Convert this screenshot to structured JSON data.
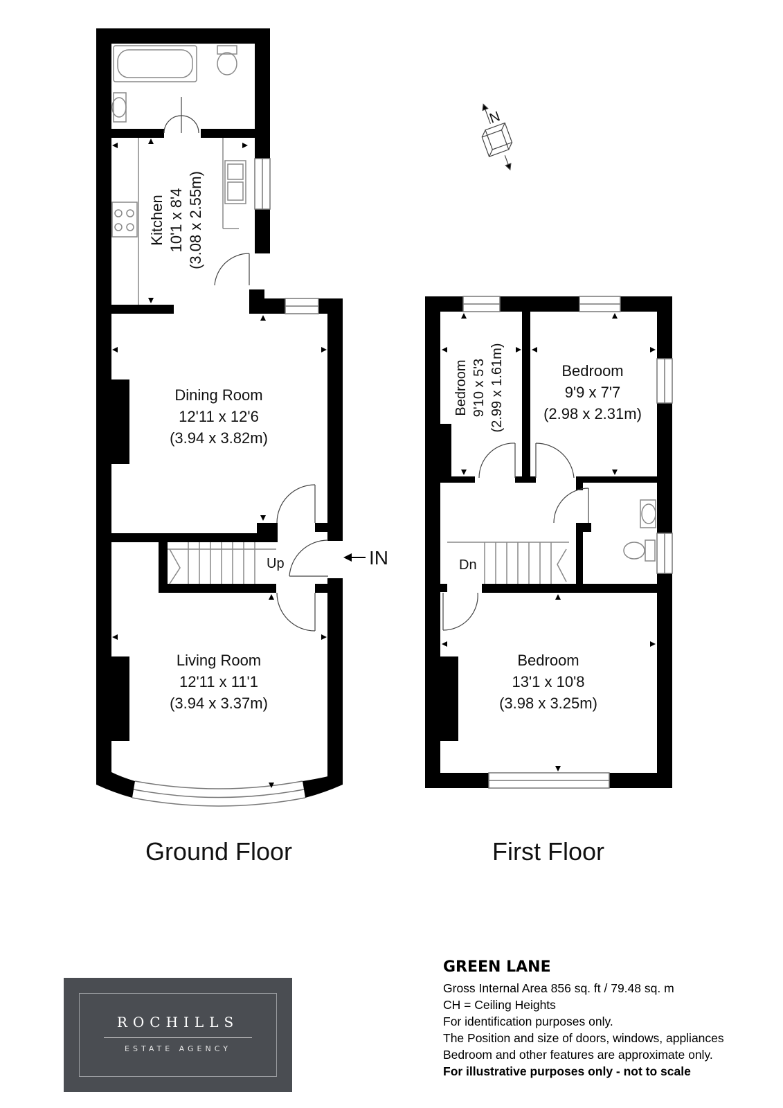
{
  "ground_floor": {
    "title": "Ground Floor",
    "kitchen": {
      "name": "Kitchen",
      "imperial": "10'1 x 8'4",
      "metric": "(3.08 x 2.55m)"
    },
    "dining": {
      "name": "Dining Room",
      "imperial": "12'11 x 12'6",
      "metric": "(3.94 x 3.82m)"
    },
    "living": {
      "name": "Living Room",
      "imperial": "12'11 x 11'1",
      "metric": "(3.94 x 3.37m)"
    },
    "stairs_label": "Up",
    "entrance_label": "IN"
  },
  "first_floor": {
    "title": "First Floor",
    "bedroom_small": {
      "name": "Bedroom",
      "imperial": "9'10 x 5'3",
      "metric": "(2.99 x 1.61m)"
    },
    "bedroom_mid": {
      "name": "Bedroom",
      "imperial": "9'9 x 7'7",
      "metric": "(2.98 x 2.31m)"
    },
    "bedroom_main": {
      "name": "Bedroom",
      "imperial": "13'1 x 10'8",
      "metric": "(3.98 x 3.25m)"
    },
    "stairs_label": "Dn"
  },
  "compass": {
    "label": "N",
    "icon": "north-compass-icon"
  },
  "info": {
    "title": "GREEN LANE",
    "lines": [
      "Gross Internal Area 856 sq. ft / 79.48 sq. m",
      "CH = Ceiling Heights",
      "For identification purposes only.",
      "The Position and size of doors, windows, appliances",
      "Bedroom and other features are approximate only."
    ],
    "disclaimer": "For illustrative purposes only - not to scale"
  },
  "logo": {
    "brand": "ROCHILLS",
    "sub": "ESTATE AGENCY",
    "background": "#4a4d52"
  },
  "colors": {
    "wall": "#000000",
    "fixture": "#888888"
  }
}
